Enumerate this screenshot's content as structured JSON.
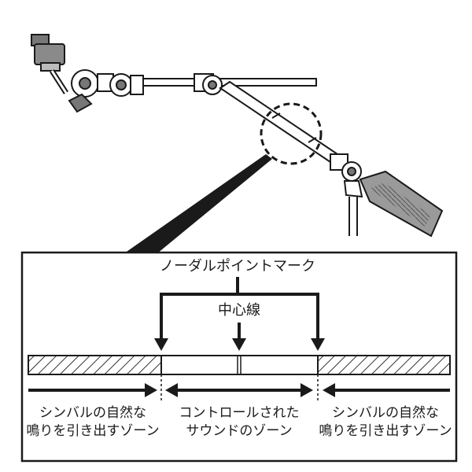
{
  "labels": {
    "nodal_point_mark": "ノーダルポイントマーク",
    "center_line": "中心線",
    "left_zone_line1": "シンバルの自然な",
    "left_zone_line2": "鳴りを引き出すゾーン",
    "middle_zone_line1": "コントロールされた",
    "middle_zone_line2": "サウンドのゾーン",
    "right_zone_line1": "シンバルの自然な",
    "right_zone_line2": "鳴りを引き出すゾーン"
  },
  "icons": {
    "cymbal_stand": "cymbal-stand-illustration",
    "magnifier": "dashed-zoom-circle"
  },
  "colors": {
    "ink": "#1a1a1a",
    "hatch": "#333333",
    "background": "#ffffff",
    "gray_part": "#9a9a9a"
  }
}
